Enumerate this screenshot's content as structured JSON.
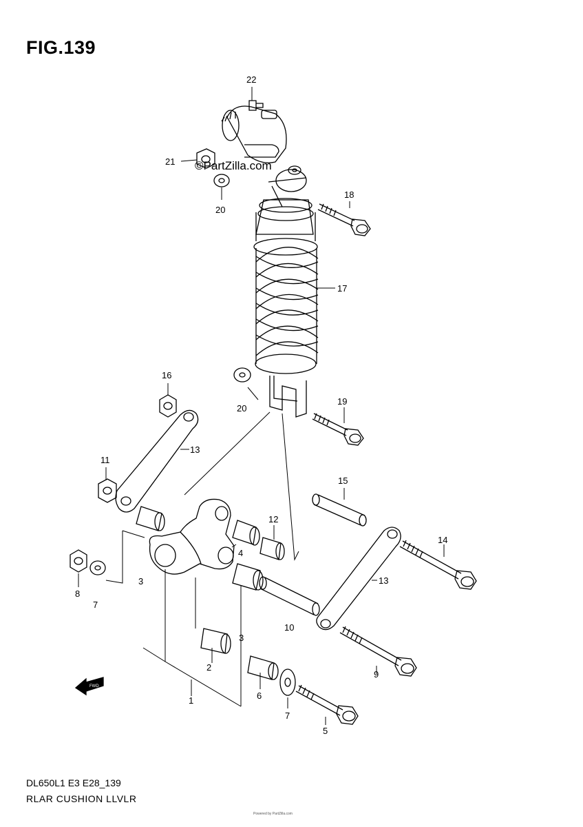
{
  "figure_title": "FIG.139",
  "watermark": "©PartZilla.com",
  "footer": {
    "model_code": "DL650L1 E3 E28_139",
    "part_name": "RLAR CUSHION LLVLR"
  },
  "tiny_text": "Powered by PartZilla.com",
  "fwd_label": "FWD",
  "callouts": [
    "22",
    "21",
    "20",
    "18",
    "17",
    "16",
    "13",
    "11",
    "20",
    "19",
    "15",
    "12",
    "4",
    "14",
    "8",
    "7",
    "3",
    "3",
    "13",
    "10",
    "2",
    "9",
    "6",
    "7",
    "5",
    "1"
  ]
}
